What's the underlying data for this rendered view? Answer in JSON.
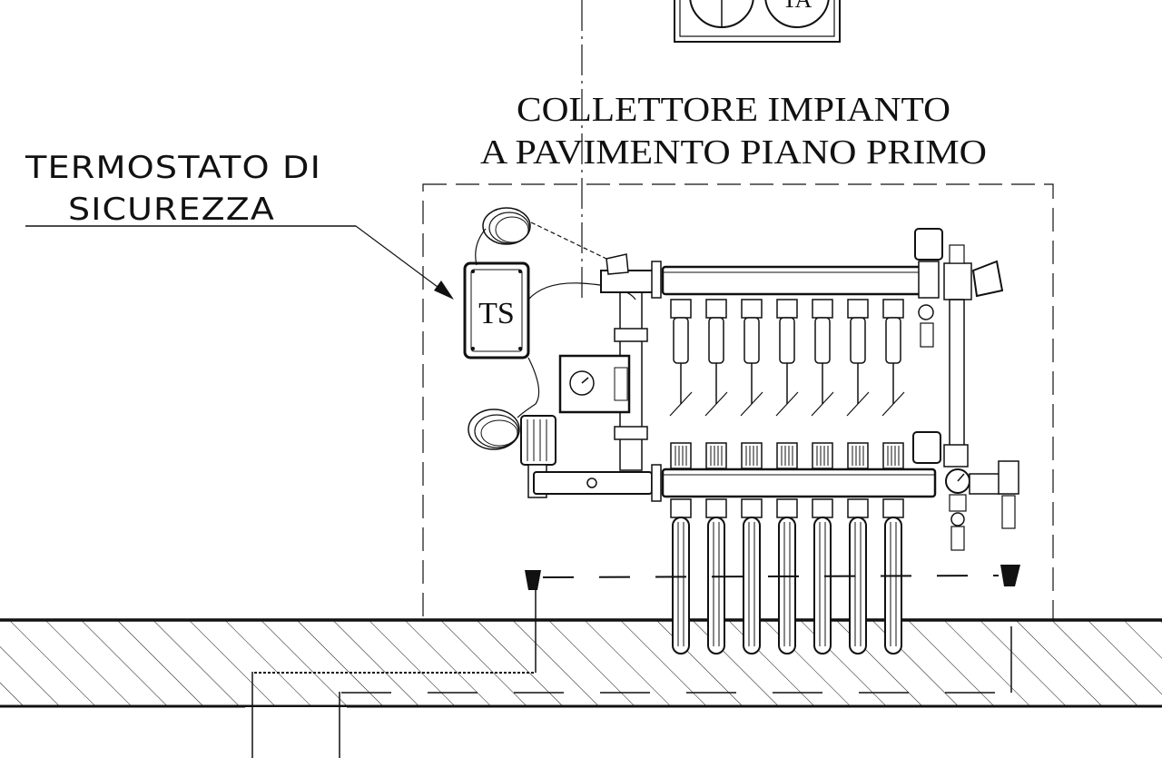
{
  "labels": {
    "thermostat_line1": "TERMOSTATO  DI",
    "thermostat_line2": "SICUREZZA",
    "manifold_line1": "COLLETTORE IMPIANTO",
    "manifold_line2": "A PAVIMENTO PIANO PRIMO",
    "ts_box": "TS",
    "top_symbol": "TA"
  },
  "manifold": {
    "circuit_count": 7
  },
  "colors": {
    "ink": "#111111",
    "background": "#ffffff"
  }
}
